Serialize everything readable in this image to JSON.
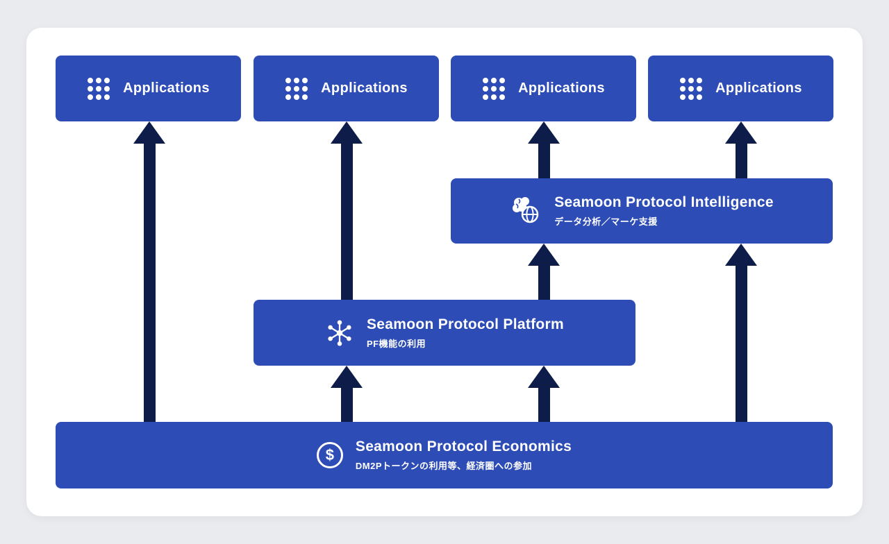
{
  "colors": {
    "bg": "#e9ebef",
    "card": "#ffffff",
    "box": "#2d4cb5",
    "arrow": "#0d1c49",
    "text": "#ffffff"
  },
  "applications": [
    {
      "label": "Applications",
      "icon": "grid-icon"
    },
    {
      "label": "Applications",
      "icon": "grid-icon"
    },
    {
      "label": "Applications",
      "icon": "grid-icon"
    },
    {
      "label": "Applications",
      "icon": "grid-icon"
    }
  ],
  "intelligence": {
    "title": "Seamoon Protocol Intelligence",
    "subtitle": "データ分析／マーケ支援",
    "icon": "brain-globe-icon"
  },
  "platform": {
    "title": "Seamoon Protocol Platform",
    "subtitle": "PF機能の利用",
    "icon": "network-nodes-icon"
  },
  "economics": {
    "title": "Seamoon Protocol Economics",
    "subtitle": "DM2Pトークンの利用等、経済圏への参加",
    "icon": "dollar-circle-icon",
    "icon_glyph": "$"
  },
  "arrows": [
    {
      "from": "economics",
      "to": "applications-1"
    },
    {
      "from": "platform",
      "to": "applications-2"
    },
    {
      "from": "intelligence",
      "to": "applications-3"
    },
    {
      "from": "intelligence",
      "to": "applications-4"
    },
    {
      "from": "platform",
      "to": "intelligence"
    },
    {
      "from": "economics",
      "to": "intelligence"
    },
    {
      "from": "economics",
      "to": "platform",
      "position": "left"
    },
    {
      "from": "economics",
      "to": "platform",
      "position": "right"
    }
  ]
}
